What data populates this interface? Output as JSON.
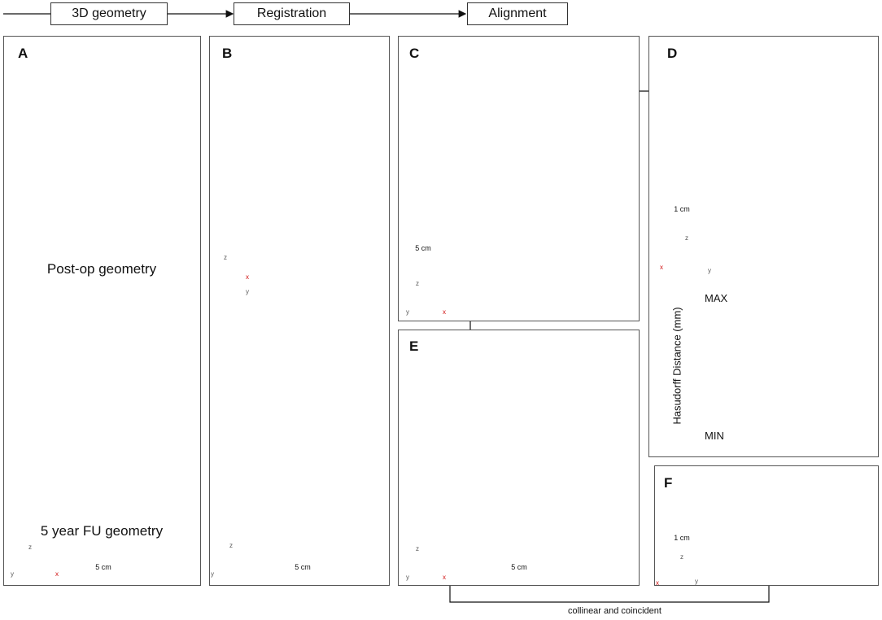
{
  "header": {
    "step1": "3D geometry",
    "step2": "Registration",
    "step3": "Alignment"
  },
  "panels": {
    "a": {
      "label": "A",
      "caption_top": "Post-op geometry",
      "caption_bottom": "5 year FU geometry",
      "scale": "5 cm"
    },
    "b": {
      "label": "B",
      "scale": "5 cm"
    },
    "c": {
      "label": "C",
      "scale": "5 cm"
    },
    "d": {
      "label": "D",
      "scale": "1 cm",
      "colorbar_title": "Hasudorff Distance (mm)",
      "colorbar_max": "MAX",
      "colorbar_min": "MIN"
    },
    "e": {
      "label": "E",
      "scale": "5 cm"
    },
    "f": {
      "label": "F",
      "scale": "1 cm"
    }
  },
  "axes": {
    "x": "x",
    "y": "y",
    "z": "z"
  },
  "footer": {
    "note": "collinear and coincident"
  },
  "colors": {
    "green": "#2f9e2f",
    "red": "#cc1515",
    "scale_blue": "#3a6fc4",
    "plane_blue": "#4a74c9"
  }
}
